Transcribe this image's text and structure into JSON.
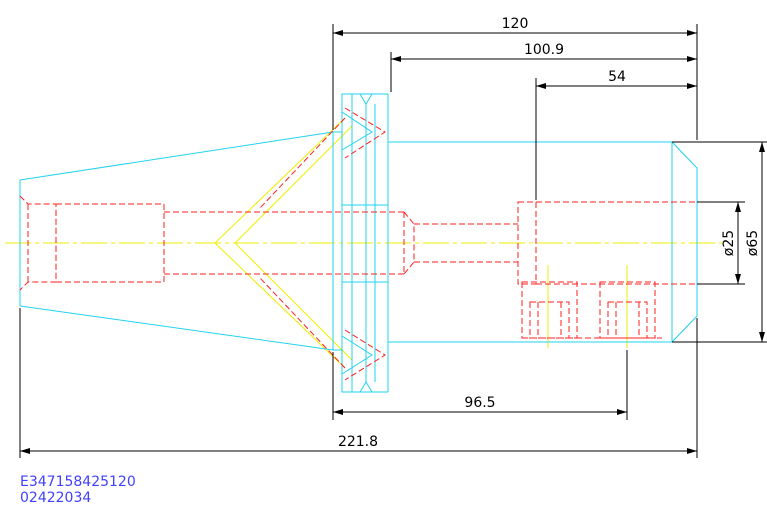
{
  "colors": {
    "outline": "#22d3ee",
    "hidden": "#ff2020",
    "center": "#eeee00",
    "dimension": "#000000",
    "code_text": "#4040ff"
  },
  "dimensions": {
    "overall_length": "221.8",
    "length_120": "120",
    "length_100_9": "100.9",
    "length_54": "54",
    "length_96_5": "96.5",
    "bore_diameter": "ø25",
    "outer_diameter": "ø65"
  },
  "codes": {
    "line1": "E347158425120",
    "line2": "02422034"
  }
}
